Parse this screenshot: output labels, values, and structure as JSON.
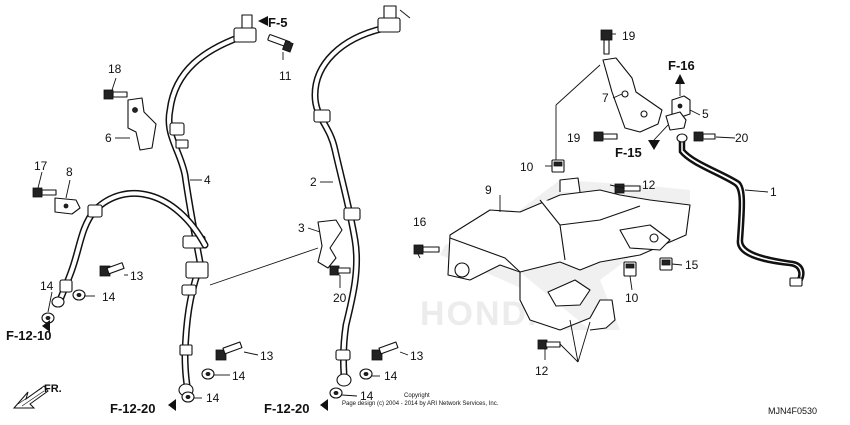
{
  "callouts": [
    {
      "id": "c1",
      "text": "1"
    },
    {
      "id": "c2",
      "text": "2"
    },
    {
      "id": "c3",
      "text": "3"
    },
    {
      "id": "c4",
      "text": "4"
    },
    {
      "id": "c5",
      "text": "5"
    },
    {
      "id": "c6",
      "text": "6"
    },
    {
      "id": "c7",
      "text": "7"
    },
    {
      "id": "c8",
      "text": "8"
    },
    {
      "id": "c9",
      "text": "9"
    },
    {
      "id": "c10a",
      "text": "10"
    },
    {
      "id": "c10b",
      "text": "10"
    },
    {
      "id": "c11",
      "text": "11"
    },
    {
      "id": "c12a",
      "text": "12"
    },
    {
      "id": "c12b",
      "text": "12"
    },
    {
      "id": "c13a",
      "text": "13"
    },
    {
      "id": "c13b",
      "text": "13"
    },
    {
      "id": "c13c",
      "text": "13"
    },
    {
      "id": "c14a",
      "text": "14"
    },
    {
      "id": "c14b",
      "text": "14"
    },
    {
      "id": "c14c",
      "text": "14"
    },
    {
      "id": "c14d",
      "text": "14"
    },
    {
      "id": "c14e",
      "text": "14"
    },
    {
      "id": "c14f",
      "text": "14"
    },
    {
      "id": "c15",
      "text": "15"
    },
    {
      "id": "c16",
      "text": "16"
    },
    {
      "id": "c17",
      "text": "17"
    },
    {
      "id": "c18",
      "text": "18"
    },
    {
      "id": "c19a",
      "text": "19"
    },
    {
      "id": "c19b",
      "text": "19"
    },
    {
      "id": "c20a",
      "text": "20"
    },
    {
      "id": "c20b",
      "text": "20"
    }
  ],
  "references": [
    {
      "id": "f5",
      "text": "F-5"
    },
    {
      "id": "f16",
      "text": "F-16"
    },
    {
      "id": "f15",
      "text": "F-15"
    },
    {
      "id": "f1210",
      "text": "F-12-10"
    },
    {
      "id": "f1220a",
      "text": "F-12-20"
    },
    {
      "id": "f1220b",
      "text": "F-12-20"
    }
  ],
  "front_label": "FR.",
  "copyright_line1": "Copyright",
  "copyright_line2": "Page design (c) 2004 - 2014 by ARI Network Services, Inc.",
  "diagram_code": "MJN4F0530",
  "watermark": "HONDA"
}
